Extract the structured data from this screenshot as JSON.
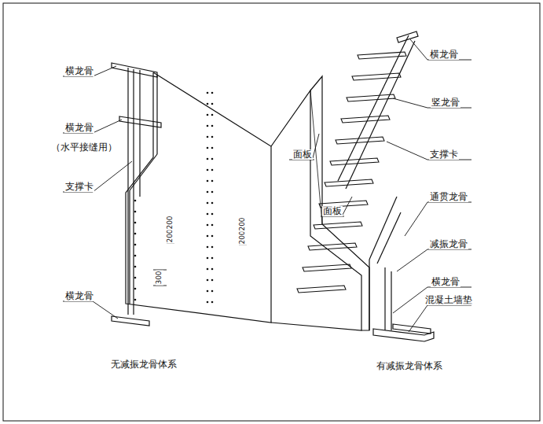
{
  "diagram": {
    "labels": [
      "横龙骨",
      "横龙骨",
      "（水平接缝用）",
      "支撑卡",
      "300",
      "200",
      "200",
      "200",
      "200",
      "横龙骨",
      "面板",
      "面板",
      "无减振龙骨体系",
      "横龙骨",
      "竖龙骨",
      "支撑卡",
      "通贯龙骨",
      "减振龙骨",
      "横龙骨",
      "混凝土墙垫",
      "有减振龙骨体系"
    ]
  }
}
